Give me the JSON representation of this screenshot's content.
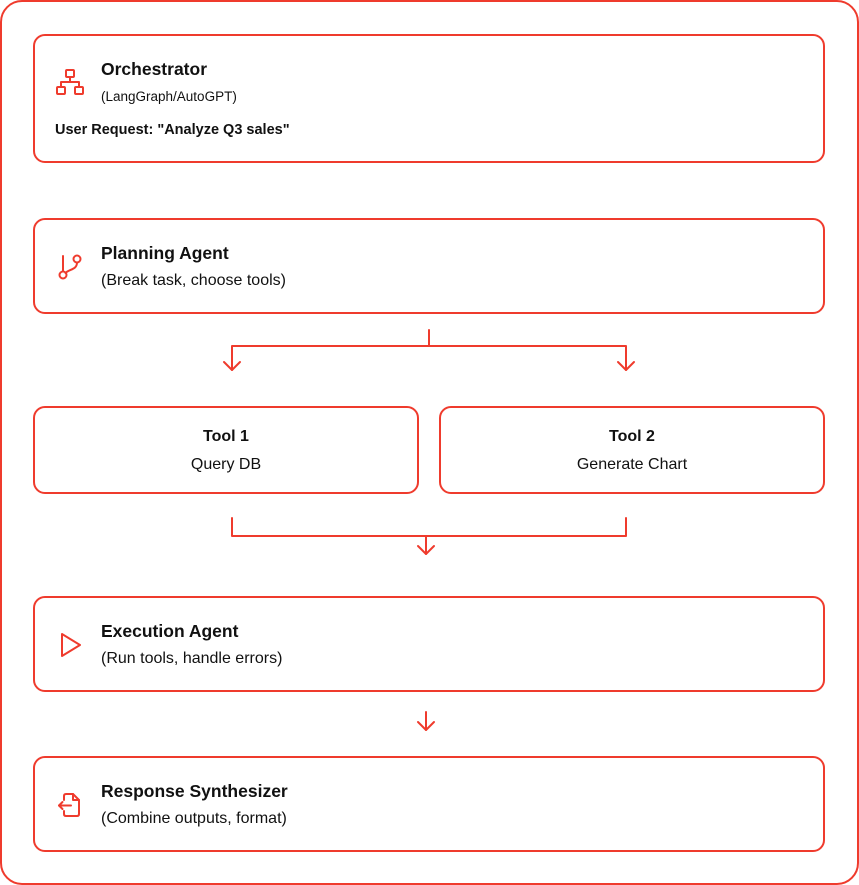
{
  "colors": {
    "accent": "#ef3b2d",
    "text": "#111111",
    "background": "#ffffff"
  },
  "orchestrator": {
    "icon": "sitemap-icon",
    "title": "Orchestrator",
    "subtitle": "(LangGraph/AutoGPT)",
    "request": "User Request: \"Analyze Q3 sales\""
  },
  "planning": {
    "icon": "git-branch-icon",
    "title": "Planning Agent",
    "subtitle": "(Break task, choose tools)"
  },
  "tools": [
    {
      "title": "Tool 1",
      "subtitle": "Query DB"
    },
    {
      "title": "Tool 2",
      "subtitle": "Generate Chart"
    }
  ],
  "execution": {
    "icon": "play-icon",
    "title": "Execution Agent",
    "subtitle": "(Run tools, handle errors)"
  },
  "synthesizer": {
    "icon": "file-export-icon",
    "title": "Response Synthesizer",
    "subtitle": "(Combine outputs, format)"
  }
}
